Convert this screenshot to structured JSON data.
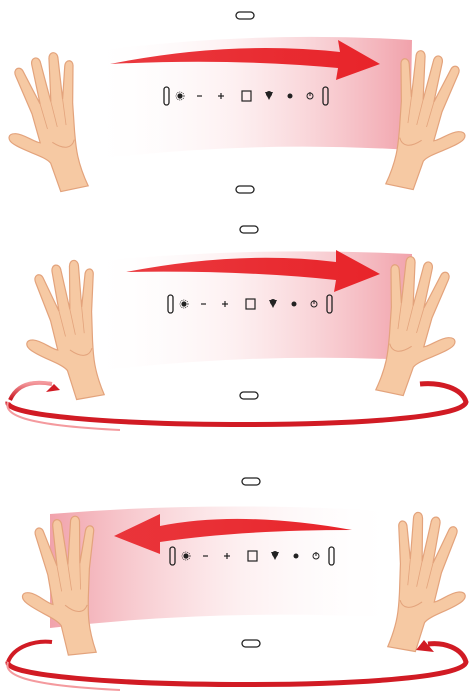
{
  "panels": [
    {
      "id": "panel-1",
      "swipe_direction": "right",
      "rotation_ring": false,
      "controls": [
        "bracket-left-icon",
        "gear-icon",
        "minus-icon",
        "plus-icon",
        "square-icon",
        "drop-icon",
        "dot-icon",
        "power-icon",
        "bracket-right-icon"
      ]
    },
    {
      "id": "panel-2",
      "swipe_direction": "right",
      "rotation_ring": true,
      "controls": [
        "bracket-left-icon",
        "gear-icon",
        "minus-icon",
        "plus-icon",
        "square-icon",
        "drop-icon",
        "dot-icon",
        "power-icon",
        "bracket-right-icon"
      ]
    },
    {
      "id": "panel-3",
      "swipe_direction": "left",
      "rotation_ring": true,
      "controls": [
        "bracket-left-icon",
        "gear-icon",
        "minus-icon",
        "plus-icon",
        "square-icon",
        "drop-icon",
        "dot-icon",
        "power-icon",
        "bracket-right-icon"
      ]
    }
  ],
  "colors": {
    "arrow_red": "#e8242a",
    "panel_pink": "#f1a2ab",
    "skin": "#f6c9a3",
    "skin_shadow": "#e7a57e",
    "ring_red": "#d11b24",
    "ring_light": "#f49a9e",
    "icon_dark": "#222222"
  }
}
